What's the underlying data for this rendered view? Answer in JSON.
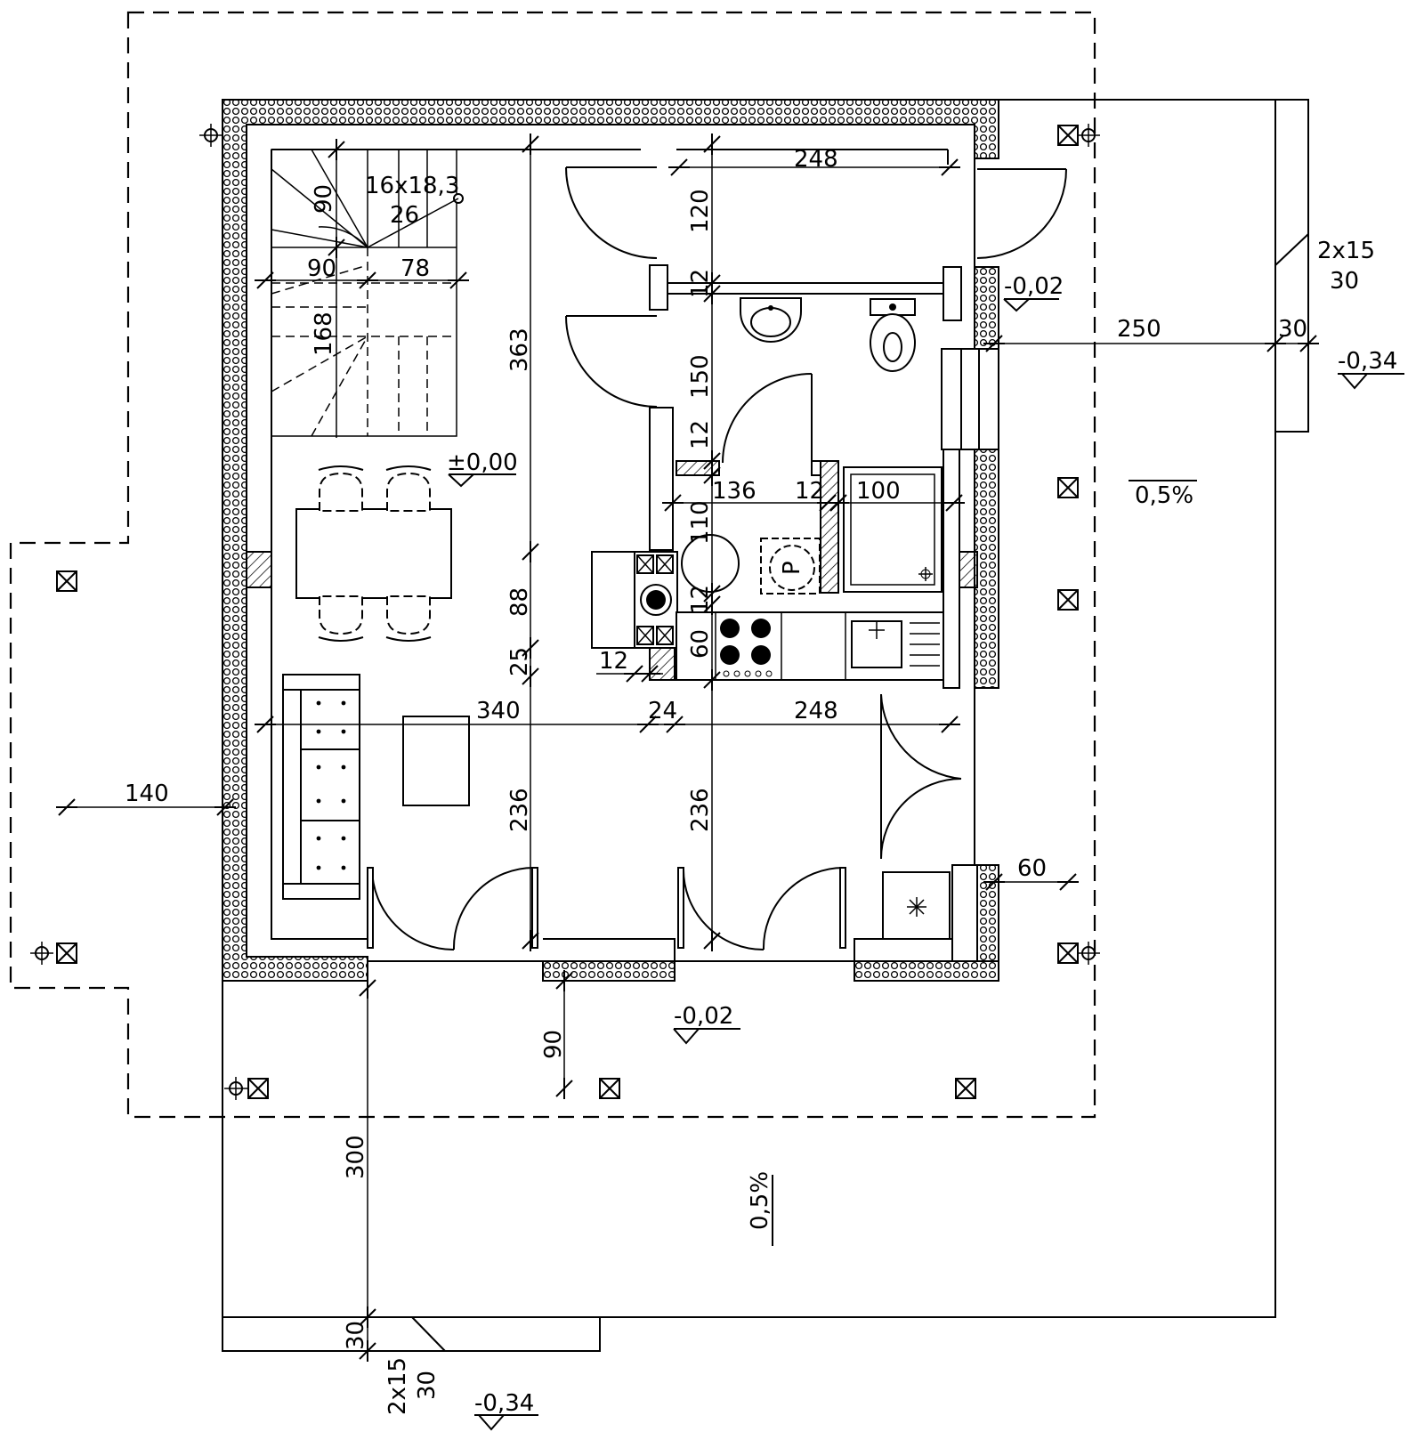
{
  "colors": {
    "line": "#000000",
    "background": "#ffffff"
  },
  "stairs": {
    "steps": "16x18,3",
    "tread": "26",
    "dim_90a": "90",
    "dim_90b": "90",
    "dim_78": "78",
    "dim_168": "168"
  },
  "dimensions": {
    "d248_top": "248",
    "d120": "120",
    "d12_a": "12",
    "d150": "150",
    "d12_b": "12",
    "d136": "136",
    "d12_c": "12",
    "d100": "100",
    "d110": "110",
    "d12_d": "12",
    "d60_v": "60",
    "d12_e": "12",
    "d363": "363",
    "d88": "88",
    "d25": "25",
    "d340": "340",
    "d24": "24",
    "d248_mid": "248",
    "d236_a": "236",
    "d236_b": "236",
    "d140": "140",
    "d60_h": "60",
    "d250": "250",
    "d30_r": "30",
    "d90_b": "90",
    "d300": "300",
    "d30_b": "30"
  },
  "steps_right": {
    "count": "2x15",
    "tread": "30"
  },
  "steps_bottom": {
    "count": "2x15",
    "tread": "30"
  },
  "levels": {
    "main": "±0,00",
    "entry_right": "-0,02",
    "right_ground": "-0,34",
    "terrace": "-0,02",
    "bottom_ground": "-0,34"
  },
  "slopes": {
    "right": "0,5%",
    "bottom": "0,5%"
  },
  "symbols": {
    "boiler": "P"
  }
}
